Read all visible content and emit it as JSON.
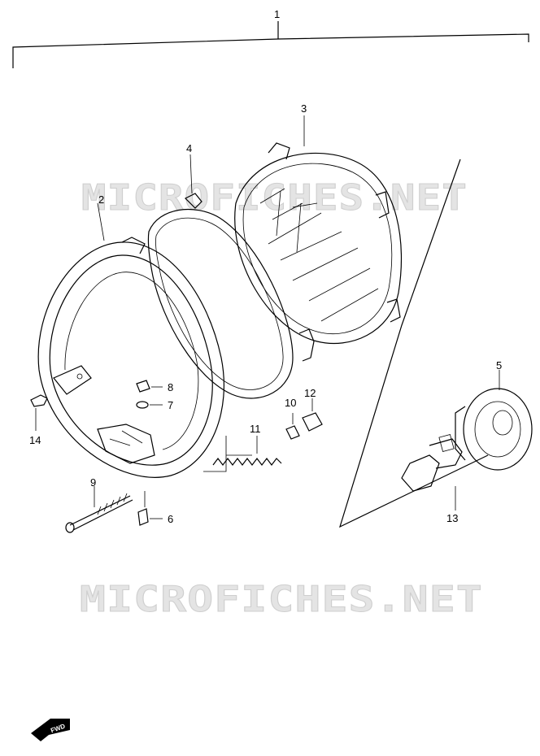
{
  "watermark": "MICROFICHES.NET",
  "callouts": {
    "c1": "1",
    "c2": "2",
    "c3": "3",
    "c4": "4",
    "c5": "5",
    "c6": "6",
    "c7": "7",
    "c8": "8",
    "c9": "9",
    "c10": "10",
    "c11": "11",
    "c12": "12",
    "c13": "13",
    "c14": "14"
  },
  "fwd_label": "FWD"
}
